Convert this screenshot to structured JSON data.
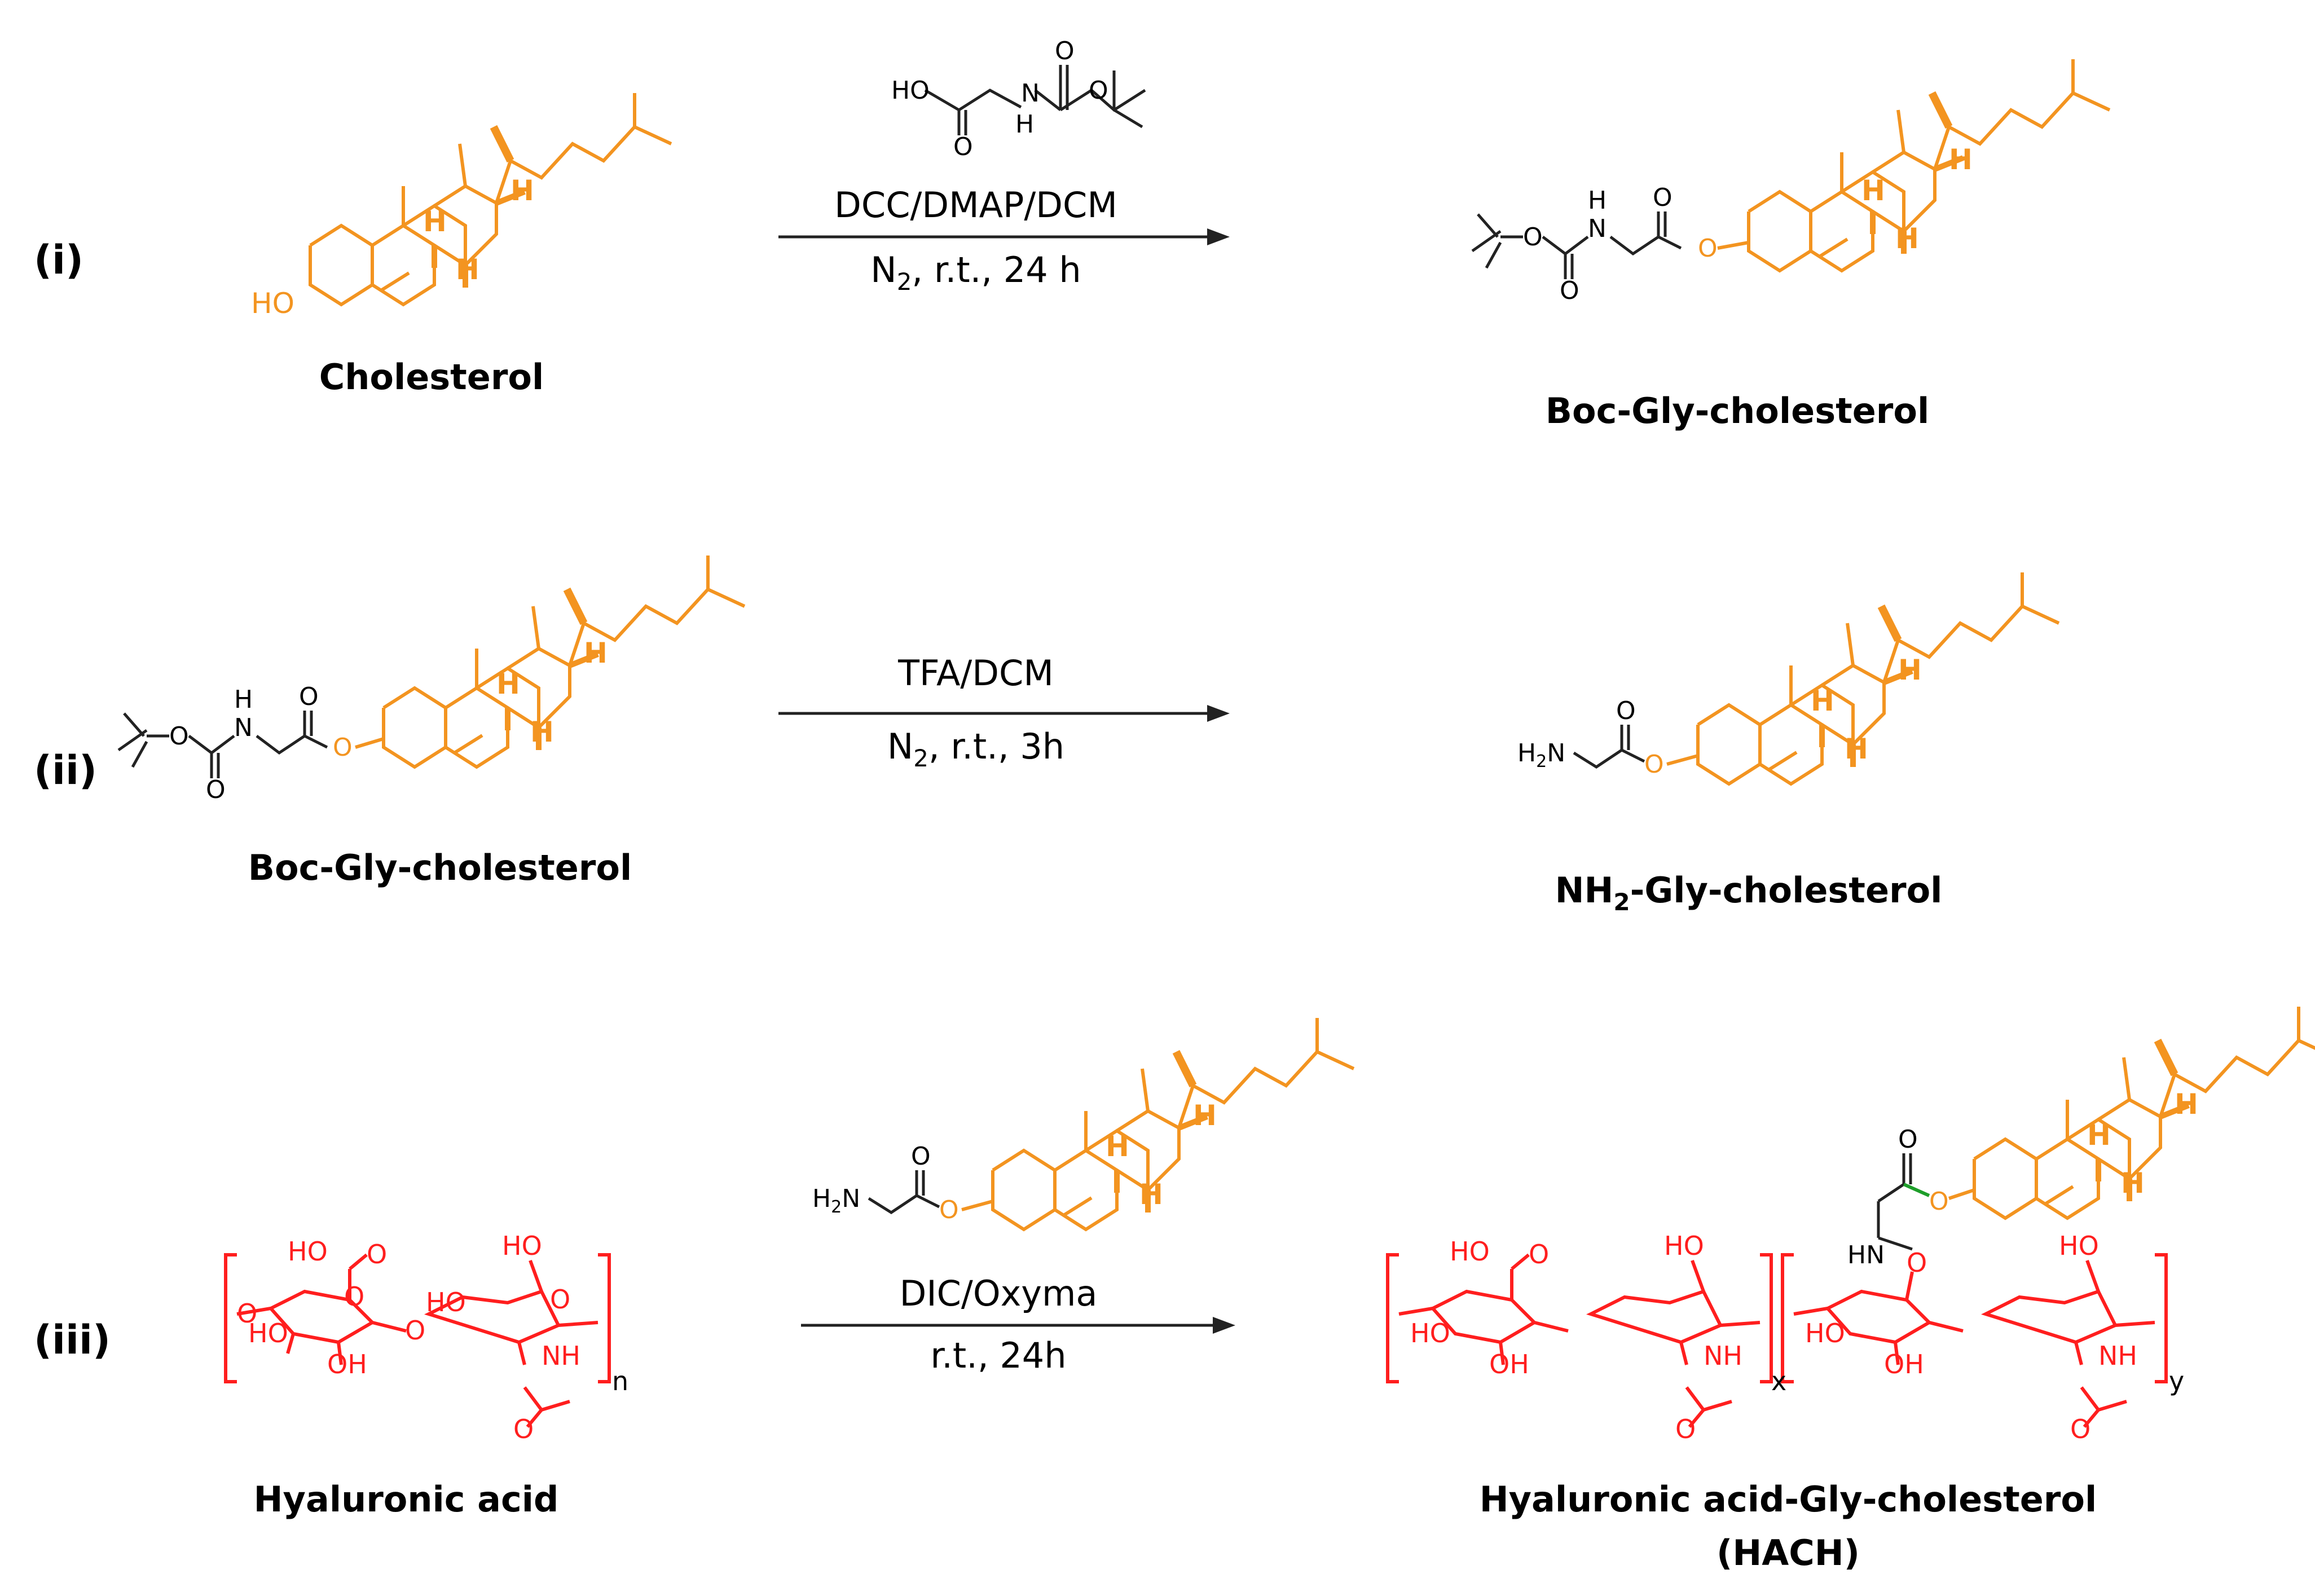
{
  "colors": {
    "steroid": "#F39420",
    "polymer": "#FF1E1E",
    "reagent": "#222222",
    "arrow": "#222222",
    "linker_accent": "#1E9E2A"
  },
  "rows": [
    {
      "step": "(i)",
      "reactant": "Cholesterol",
      "reagent_line1": "DCC/DMAP/DCM",
      "reagent_line2_pre": "N",
      "reagent_line2_sub": "2",
      "reagent_line2_post": ", r.t., 24 h",
      "product": "Boc-Gly-cholesterol"
    },
    {
      "step": "(ii)",
      "reactant": "Boc-Gly-cholesterol",
      "reagent_line1": "TFA/DCM",
      "reagent_line2_pre": "N",
      "reagent_line2_sub": "2",
      "reagent_line2_post": ", r.t., 3h",
      "product_pre": "NH",
      "product_sub": "2",
      "product_post": "-Gly-cholesterol"
    },
    {
      "step": "(iii)",
      "reactant": "Hyaluronic acid",
      "reagent_line1": "DIC/Oxyma",
      "reagent_line2": "r.t., 24h",
      "product_line1": "Hyaluronic acid-Gly-cholesterol",
      "product_line2": "(HACH)"
    }
  ],
  "atoms": {
    "HO": "HO",
    "H": "H",
    "O": "O",
    "N": "N",
    "OH": "OH",
    "NH": "NH",
    "H2N": "H",
    "H2N_sub": "2",
    "H2N_N": "N",
    "HN": "HN",
    "n": "n",
    "x": "x",
    "y": "y"
  }
}
